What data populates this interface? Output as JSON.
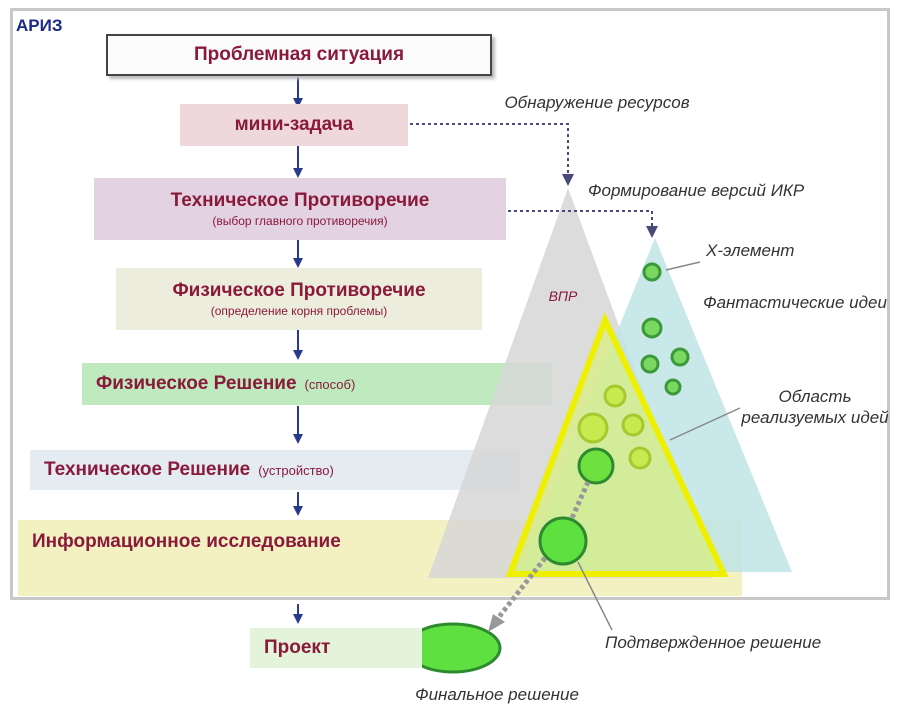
{
  "title": "АРИЗ",
  "steps": {
    "problem": "Проблемная ситуация",
    "mini": "мини-задача",
    "tech_contr": "Техническое Противоречие",
    "tech_contr_sub": "(выбор главного противоречия)",
    "phys_contr": "Физическое Противоречие",
    "phys_contr_sub": "(определение корня проблемы)",
    "phys_sol": "Физическое Решение",
    "phys_sol_sub": "(способ)",
    "tech_sol": "Техническое Решение",
    "tech_sol_sub": "(устройство)",
    "info": "Информационное исследование",
    "project": "Проект"
  },
  "labels": {
    "resources": "Обнаружение ресурсов",
    "ikr": "Формирование версий ИКР",
    "vpr": "ВПР",
    "x_element": "Х-элемент",
    "fantastic": "Фантастические идеи",
    "realizable": "Область реализуемых идей",
    "confirmed": "Подтвержденное решение",
    "final": "Финальное решение"
  },
  "colors": {
    "step_text": "#8a1a3a",
    "arrow": "#2a3a8a",
    "gray_triangle": "#d8d8d8",
    "blue_triangle": "#c8e8ea",
    "yellow_outline": "#f0f000",
    "green_ball": "#5ee040"
  }
}
